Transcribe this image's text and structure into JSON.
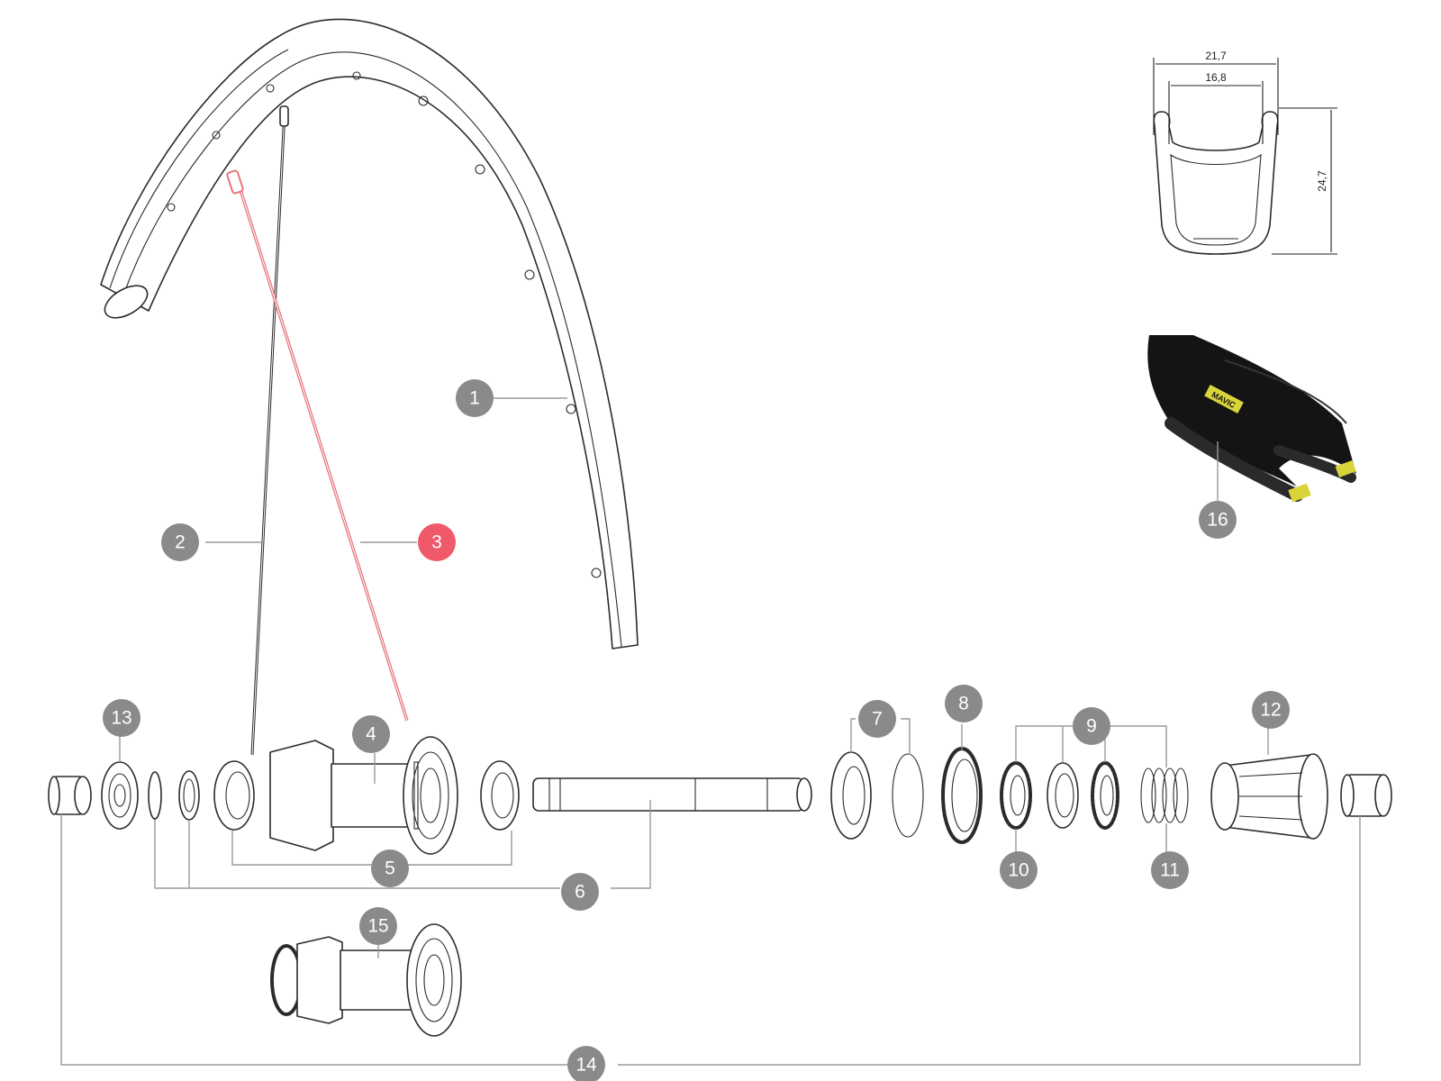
{
  "colors": {
    "badge": "#8a8a8a",
    "badge_highlight": "#f0596a",
    "highlight_part": "#e8747c",
    "leader": "#9a9a9a",
    "tire": "#141414",
    "tire_accent": "#d9d43a"
  },
  "rim_profile": {
    "outer_width": "21,7",
    "inner_width": "16,8",
    "height": "24,7"
  },
  "tire": {
    "brand": "MAVIC"
  },
  "callouts": [
    {
      "id": "1",
      "part": "rim"
    },
    {
      "id": "2",
      "part": "spoke"
    },
    {
      "id": "3",
      "part": "spoke",
      "highlighted": true
    },
    {
      "id": "4",
      "part": "hub-body"
    },
    {
      "id": "5",
      "part": "bearings"
    },
    {
      "id": "6",
      "part": "axle"
    },
    {
      "id": "7",
      "part": "ratchet-ring"
    },
    {
      "id": "8",
      "part": "seal"
    },
    {
      "id": "9",
      "part": "driver-ring"
    },
    {
      "id": "10",
      "part": "toothed-ring"
    },
    {
      "id": "11",
      "part": "spring"
    },
    {
      "id": "12",
      "part": "freehub-body"
    },
    {
      "id": "13",
      "part": "nut"
    },
    {
      "id": "14",
      "part": "end-caps"
    },
    {
      "id": "15",
      "part": "hub-body-alt"
    },
    {
      "id": "16",
      "part": "tire"
    }
  ]
}
